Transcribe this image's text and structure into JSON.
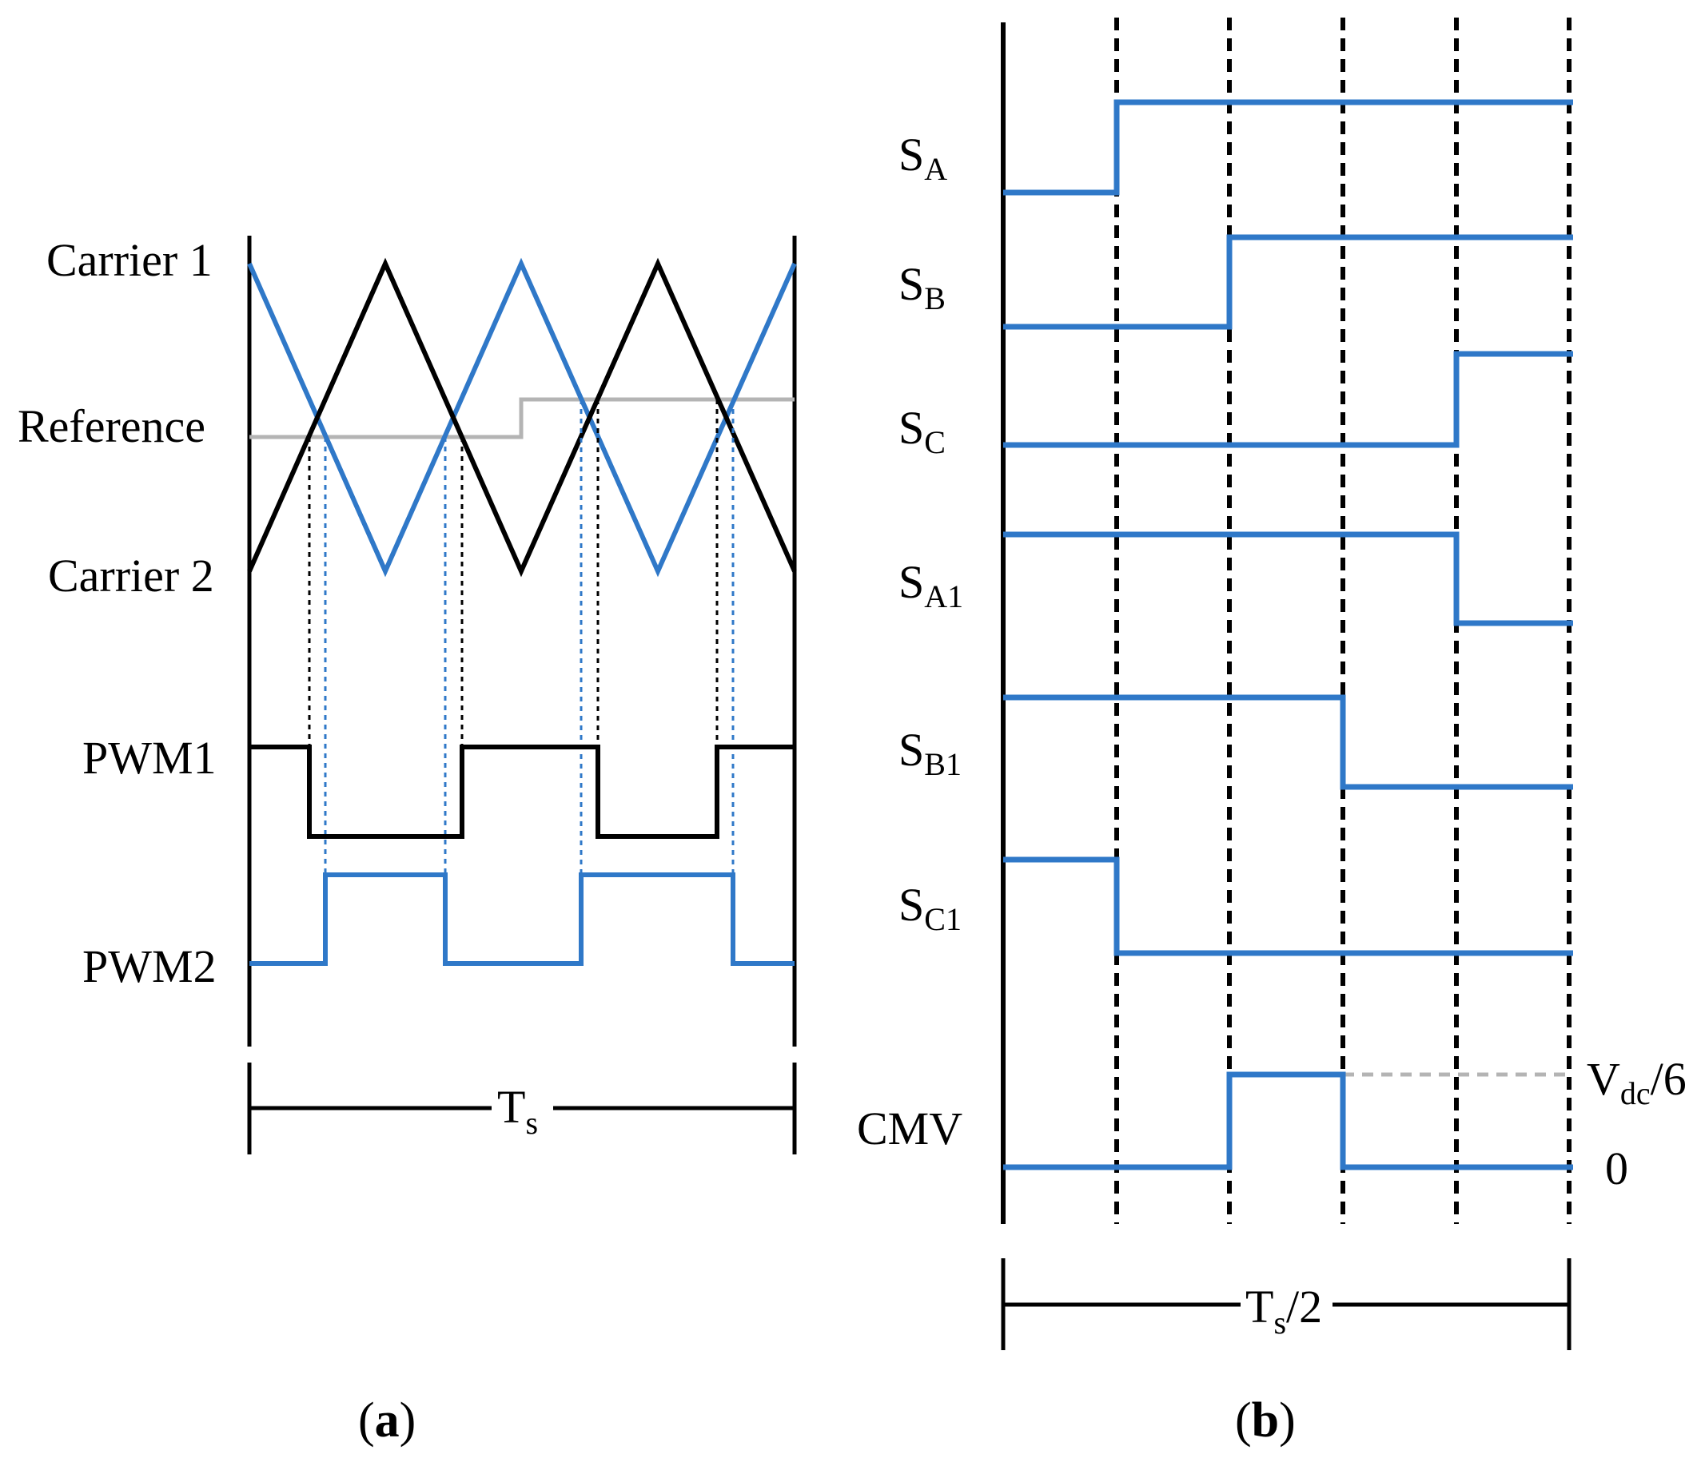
{
  "panel_a": {
    "labels": {
      "carrier1": "Carrier 1",
      "reference": "Reference",
      "carrier2": "Carrier 2",
      "pwm1": "PWM1",
      "pwm2": "PWM2"
    },
    "period": {
      "main": "T",
      "sub": "s"
    },
    "caption": {
      "open": "(",
      "letter": "a",
      "close": ")"
    }
  },
  "panel_b": {
    "signals": [
      {
        "main": "S",
        "sub": "A"
      },
      {
        "main": "S",
        "sub": "B"
      },
      {
        "main": "S",
        "sub": "C"
      },
      {
        "main": "S",
        "sub": "A1"
      },
      {
        "main": "S",
        "sub": "B1"
      },
      {
        "main": "S",
        "sub": "C1"
      }
    ],
    "cmv": {
      "label": "CMV",
      "high": {
        "main": "V",
        "sub": "dc",
        "suffix": "/6"
      },
      "low": "0"
    },
    "period": {
      "main": "T",
      "sub": "s",
      "suffix": "/2"
    },
    "caption": {
      "open": "(",
      "letter": "b",
      "close": ")"
    }
  },
  "colors": {
    "blue": "#2f78c8",
    "black": "#000000",
    "gray": "#b4b4b4"
  }
}
